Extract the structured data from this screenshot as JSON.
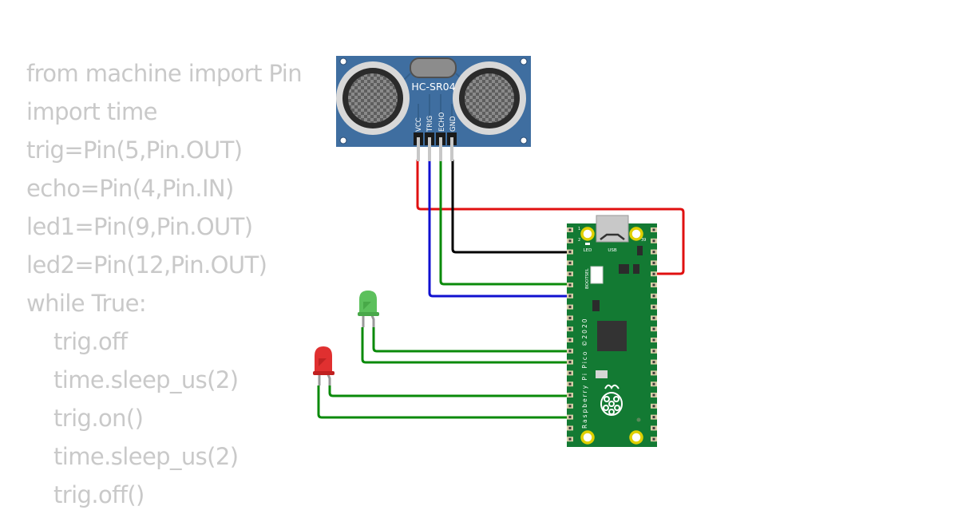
{
  "code_lines": [
    {
      "text": "from machine import Pin",
      "indent": 0
    },
    {
      "text": "import time",
      "indent": 0
    },
    {
      "text": "trig=Pin(5,Pin.OUT)",
      "indent": 0
    },
    {
      "text": "echo=Pin(4,Pin.IN)",
      "indent": 0
    },
    {
      "text": "led1=Pin(9,Pin.OUT)",
      "indent": 0
    },
    {
      "text": "led2=Pin(12,Pin.OUT)",
      "indent": 0
    },
    {
      "text": "while True:",
      "indent": 0
    },
    {
      "text": "trig.off",
      "indent": 1
    },
    {
      "text": "time.sleep_us(2)",
      "indent": 1
    },
    {
      "text": "trig.on()",
      "indent": 1
    },
    {
      "text": "time.sleep_us(2)",
      "indent": 1
    },
    {
      "text": "trig.off()",
      "indent": 1
    }
  ],
  "sensor": {
    "model": "HC-SR04",
    "pins": [
      "VCC",
      "TRIG",
      "ECHO",
      "GND"
    ],
    "color": "#3f6ea0"
  },
  "board": {
    "name": "Raspberry Pi Pico ©2020",
    "led_label": "LED",
    "usb_label": "USB",
    "bootsel_label": "BOOTSEL",
    "pin_first": "1",
    "pin_second": "2",
    "pin_last": "39",
    "color": "#137a33"
  },
  "leds": [
    {
      "name": "green-led",
      "color": "#5cc05c"
    },
    {
      "name": "red-led",
      "color": "#e03030"
    }
  ],
  "wires": [
    {
      "name": "vcc-wire",
      "color": "#e01010"
    },
    {
      "name": "trig-wire",
      "color": "#1010d0"
    },
    {
      "name": "echo-wire",
      "color": "#0a8a0a"
    },
    {
      "name": "gnd-wire",
      "color": "#000000"
    },
    {
      "name": "green-led-wire-a",
      "color": "#0a8a0a"
    },
    {
      "name": "green-led-wire-b",
      "color": "#0a8a0a"
    },
    {
      "name": "red-led-wire-a",
      "color": "#0a8a0a"
    },
    {
      "name": "red-led-wire-b",
      "color": "#0a8a0a"
    }
  ]
}
